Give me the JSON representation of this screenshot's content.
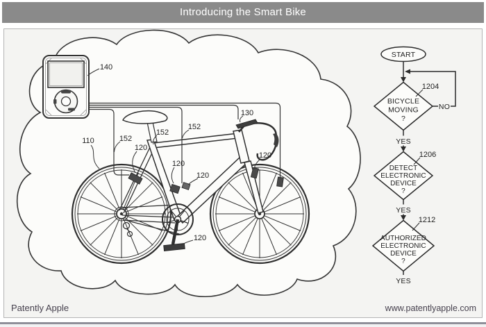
{
  "title_bar": {
    "text": "Introducing the Smart Bike",
    "bg_color": "#8a8a8a",
    "text_color": "#ffffff"
  },
  "footer": {
    "site_name": "Patently Apple",
    "site_url": "www.patentlyapple.com",
    "text_color": "#46414e"
  },
  "colors": {
    "canvas_bg": "#f4f4f2",
    "line": "#333333",
    "cloud_fill": "#fcfcfa",
    "box_border": "#b5b5b5",
    "sensor_fill": "#4a4a4a"
  },
  "diagram": {
    "description_labels": [
      {
        "text": "140"
      },
      {
        "text": "110"
      },
      {
        "text": "152"
      },
      {
        "text": "152"
      },
      {
        "text": "152"
      },
      {
        "text": "120"
      },
      {
        "text": "120"
      },
      {
        "text": "120"
      },
      {
        "text": "120"
      },
      {
        "text": "120"
      },
      {
        "text": "130"
      }
    ]
  },
  "flowchart": {
    "start_label": "START",
    "steps": [
      {
        "ref": "1204",
        "lines": [
          "BICYCLE",
          "MOVING",
          "?"
        ],
        "no_label": "NO",
        "yes_label": "YES"
      },
      {
        "ref": "1206",
        "lines": [
          "DETECT",
          "ELECTRONIC",
          "DEVICE",
          "?"
        ],
        "yes_label": "YES"
      },
      {
        "ref": "1212",
        "lines": [
          "AUTHORIZED",
          "ELECTRONIC",
          "DEVICE",
          "?"
        ],
        "yes_label": "YES"
      }
    ]
  }
}
